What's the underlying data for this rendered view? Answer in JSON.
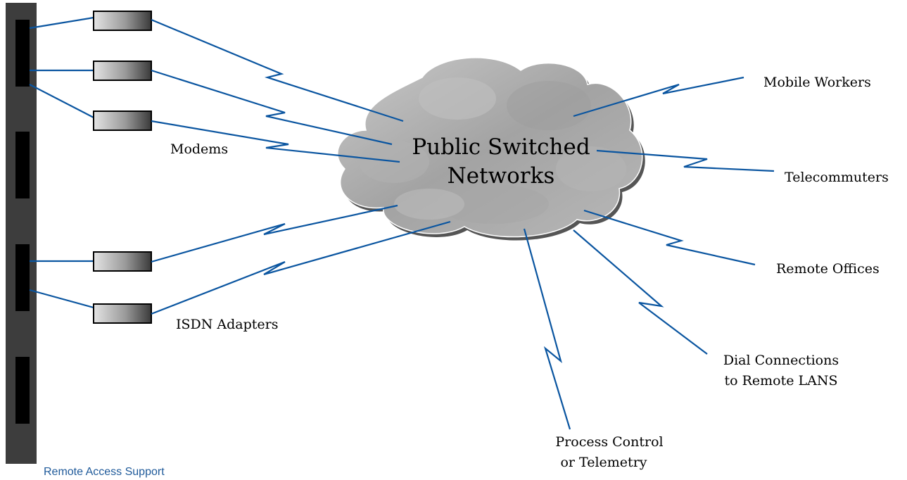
{
  "caption": "Remote Access Support",
  "cloud": {
    "line1": "Public Switched",
    "line2": "Networks"
  },
  "labels": {
    "modems": "Modems",
    "isdn": "ISDN Adapters",
    "mobile": "Mobile Workers",
    "telecommuters": "Telecommuters",
    "remote_offices": "Remote Offices",
    "dial_1": "Dial Connections",
    "dial_2": "to Remote LANS",
    "process_1": "Process Control",
    "process_2": "or Telemetry"
  },
  "colors": {
    "link": "#0a55a0",
    "caption": "#1f5a9a",
    "rack": "#3d3d3d",
    "slot": "#000000",
    "cloud": "#a9a9a9"
  }
}
